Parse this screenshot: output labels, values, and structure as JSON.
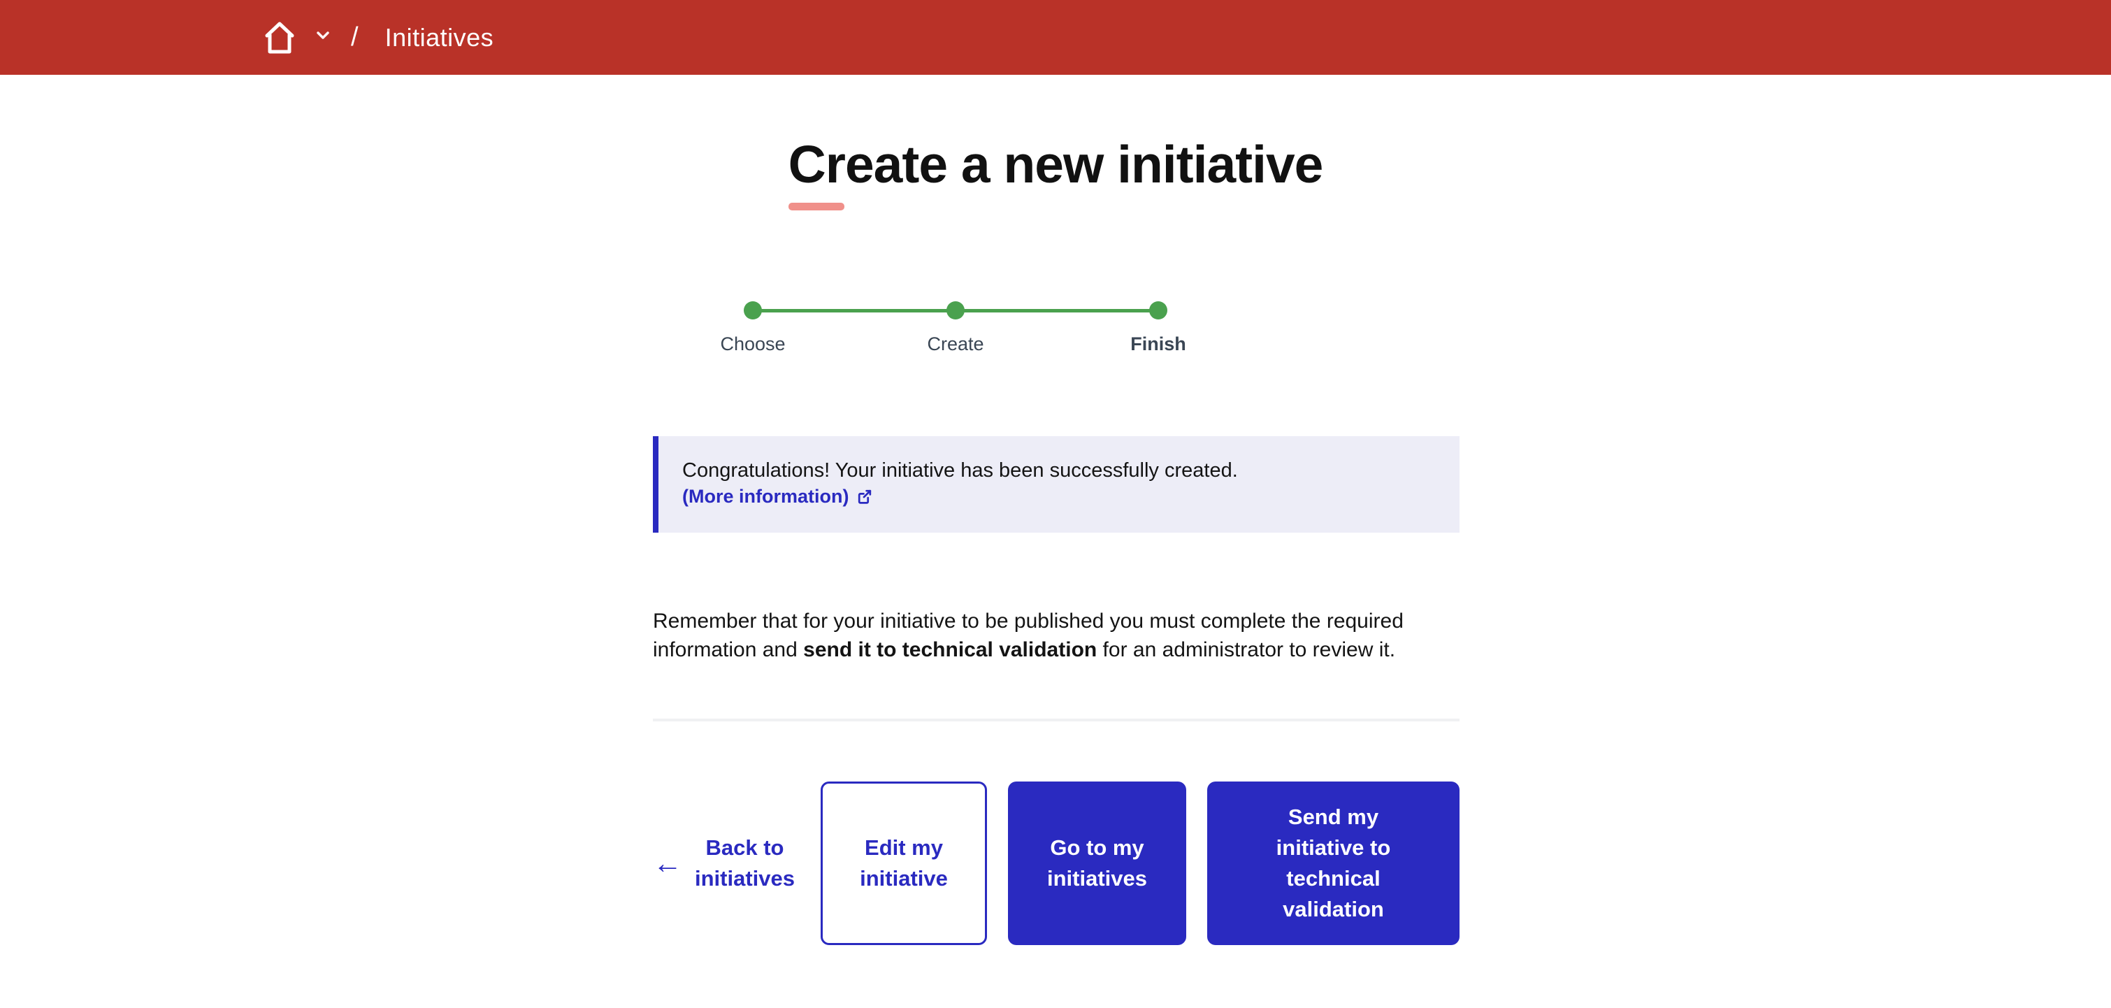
{
  "colors": {
    "header_red": "#b93228",
    "accent_blue": "#2a2ac0",
    "step_green": "#4aa14e",
    "alert_background": "#ededf7",
    "title_underline_pink": "#f0908a"
  },
  "header": {
    "home_icon": "home-icon",
    "chevron_icon": "chevron-down-icon",
    "separator": "/",
    "breadcrumb_current": "Initiatives"
  },
  "page": {
    "title": "Create a new initiative"
  },
  "stepper": {
    "steps": [
      {
        "label": "Choose",
        "state": "done"
      },
      {
        "label": "Create",
        "state": "done"
      },
      {
        "label": "Finish",
        "state": "current"
      }
    ]
  },
  "alert": {
    "message": "Congratulations! Your initiative has been successfully created.",
    "link_label": "(More information)",
    "link_icon": "external-link-icon"
  },
  "note": {
    "text_before": "Remember that for your initiative to be published you must complete the required information and ",
    "bold": "send it to technical validation",
    "text_after": " for an administrator to review it."
  },
  "actions": {
    "back": {
      "arrow": "←",
      "lines": [
        "Back to",
        "initiatives"
      ]
    },
    "edit": {
      "lines": [
        "Edit my",
        "initiative"
      ]
    },
    "go": {
      "lines": [
        "Go to my",
        "initiatives"
      ]
    },
    "send": {
      "lines": [
        "Send my",
        "initiative to",
        "technical",
        "validation"
      ]
    }
  }
}
